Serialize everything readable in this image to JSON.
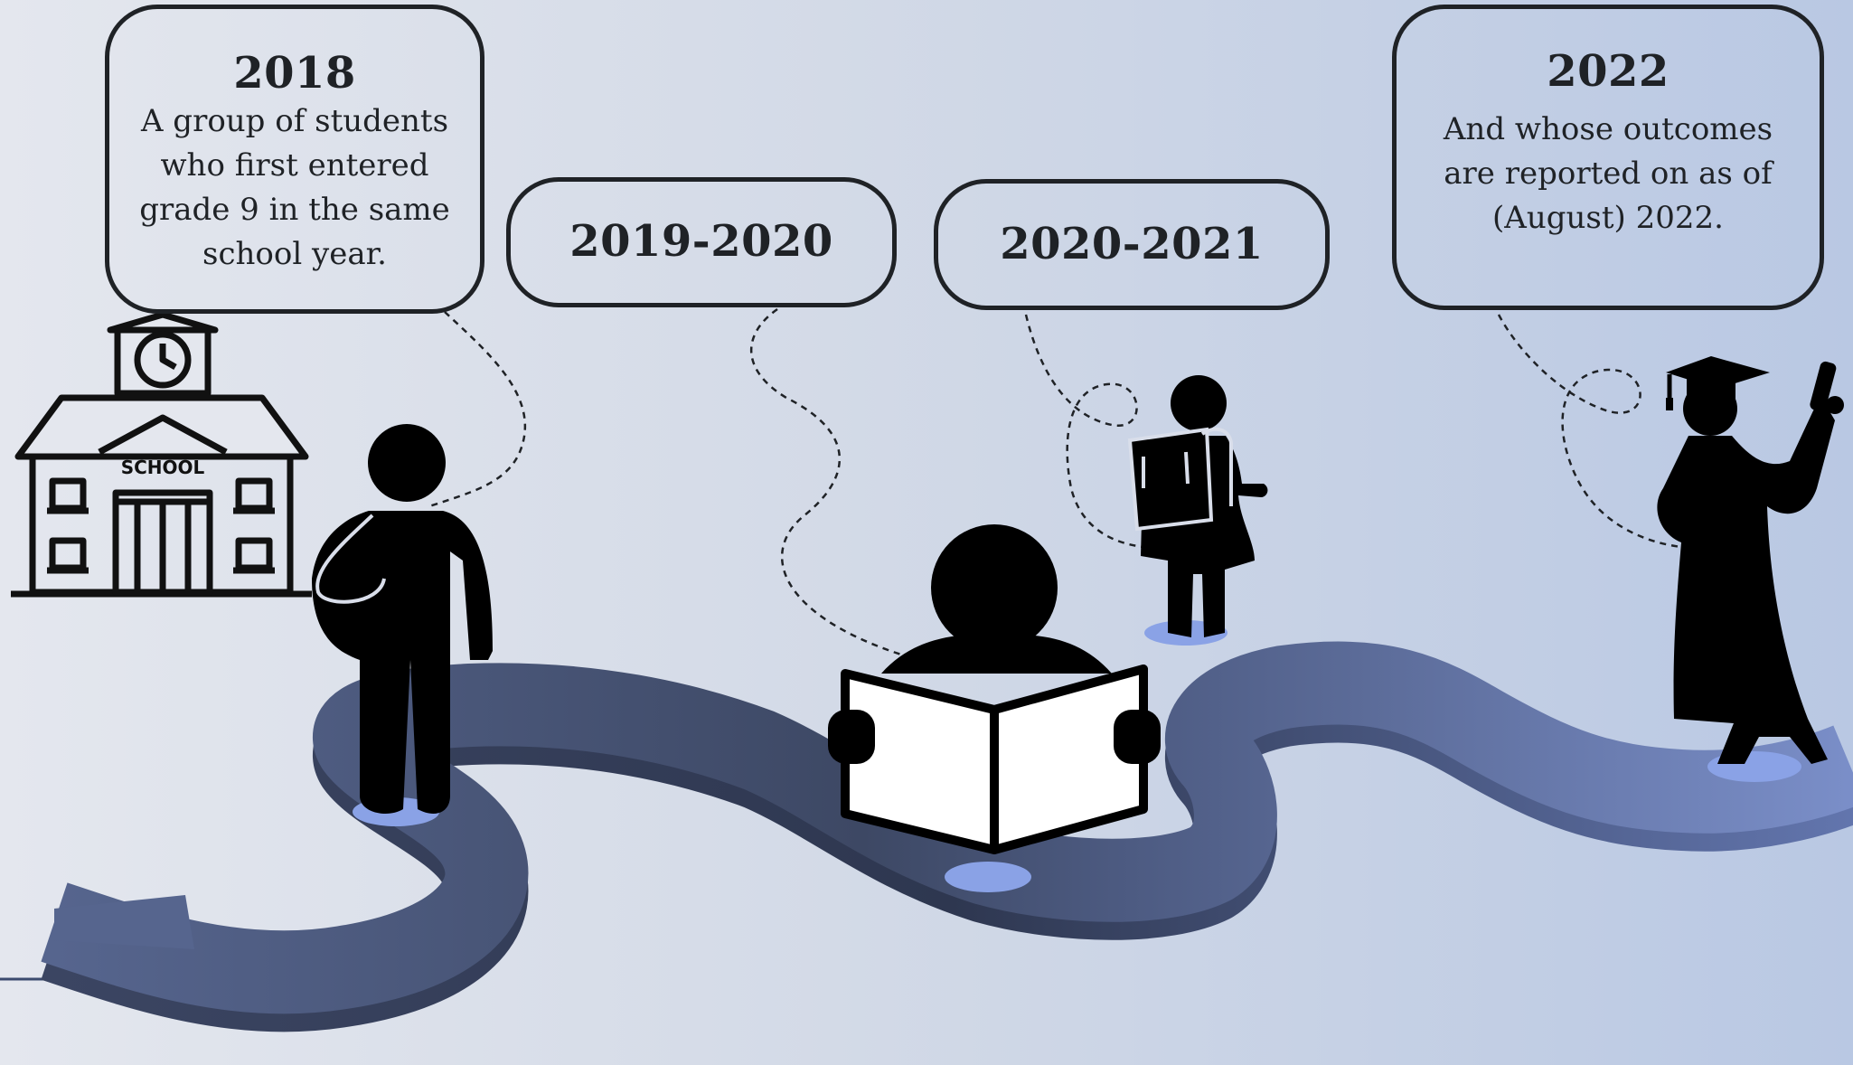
{
  "timeline": [
    {
      "year": "2018",
      "text_lines": [
        "A group of students",
        "who first entered",
        "grade 9 in the same",
        "school year."
      ]
    },
    {
      "year": "2019-2020"
    },
    {
      "year": "2020-2021"
    },
    {
      "year": "2022",
      "text_lines": [
        "And whose outcomes",
        "are reported on as of",
        "(August) 2022."
      ]
    }
  ],
  "school_sign": "SCHOOL",
  "colors": {
    "background_left": "#e4e7ee",
    "background_right": "#b9c8e3",
    "path_dark": "#3e4a66",
    "path_mid": "#566792",
    "path_light": "#7589c2",
    "base_disc": "#8aa2e6",
    "outline": "#1f2226"
  }
}
